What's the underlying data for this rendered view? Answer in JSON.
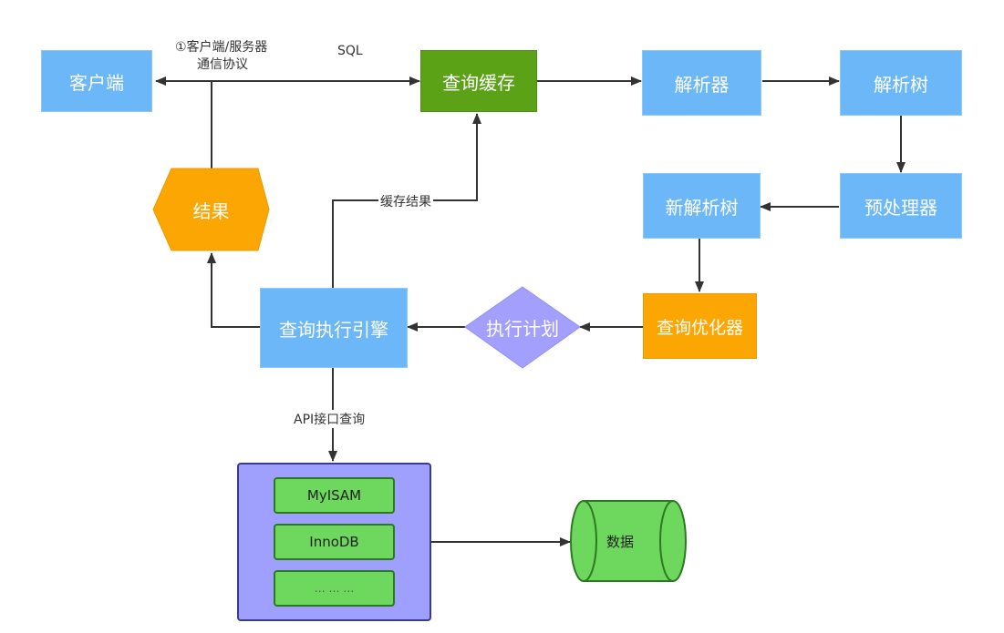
{
  "nodes": {
    "client": "客户端",
    "query_cache": "查询缓存",
    "parser": "解析器",
    "parse_tree": "解析树",
    "preprocessor": "预处理器",
    "new_parse_tree": "新解析树",
    "query_optimizer": "查询优化器",
    "execution_plan": "执行计划",
    "query_execution_engine": "查询执行引擎",
    "result": "结果",
    "data": "数据"
  },
  "engines": [
    "MyISAM",
    "InnoDB",
    "… … …"
  ],
  "edge_labels": {
    "protocol_line1": "①客户端/服务器",
    "protocol_line2": "通信协议",
    "sql": "SQL",
    "cache_result": "缓存结果",
    "api_query": "API接口查询"
  },
  "colors": {
    "blue_box": "#6cb7f8",
    "green_box": "#5ba217",
    "orange_box": "#fca603",
    "diamond": "#a29ffd",
    "engine_container": "#9f9ffd",
    "engine_item": "#6ed85e",
    "data_cylinder": "#6ed85e",
    "arrow": "#333333"
  }
}
